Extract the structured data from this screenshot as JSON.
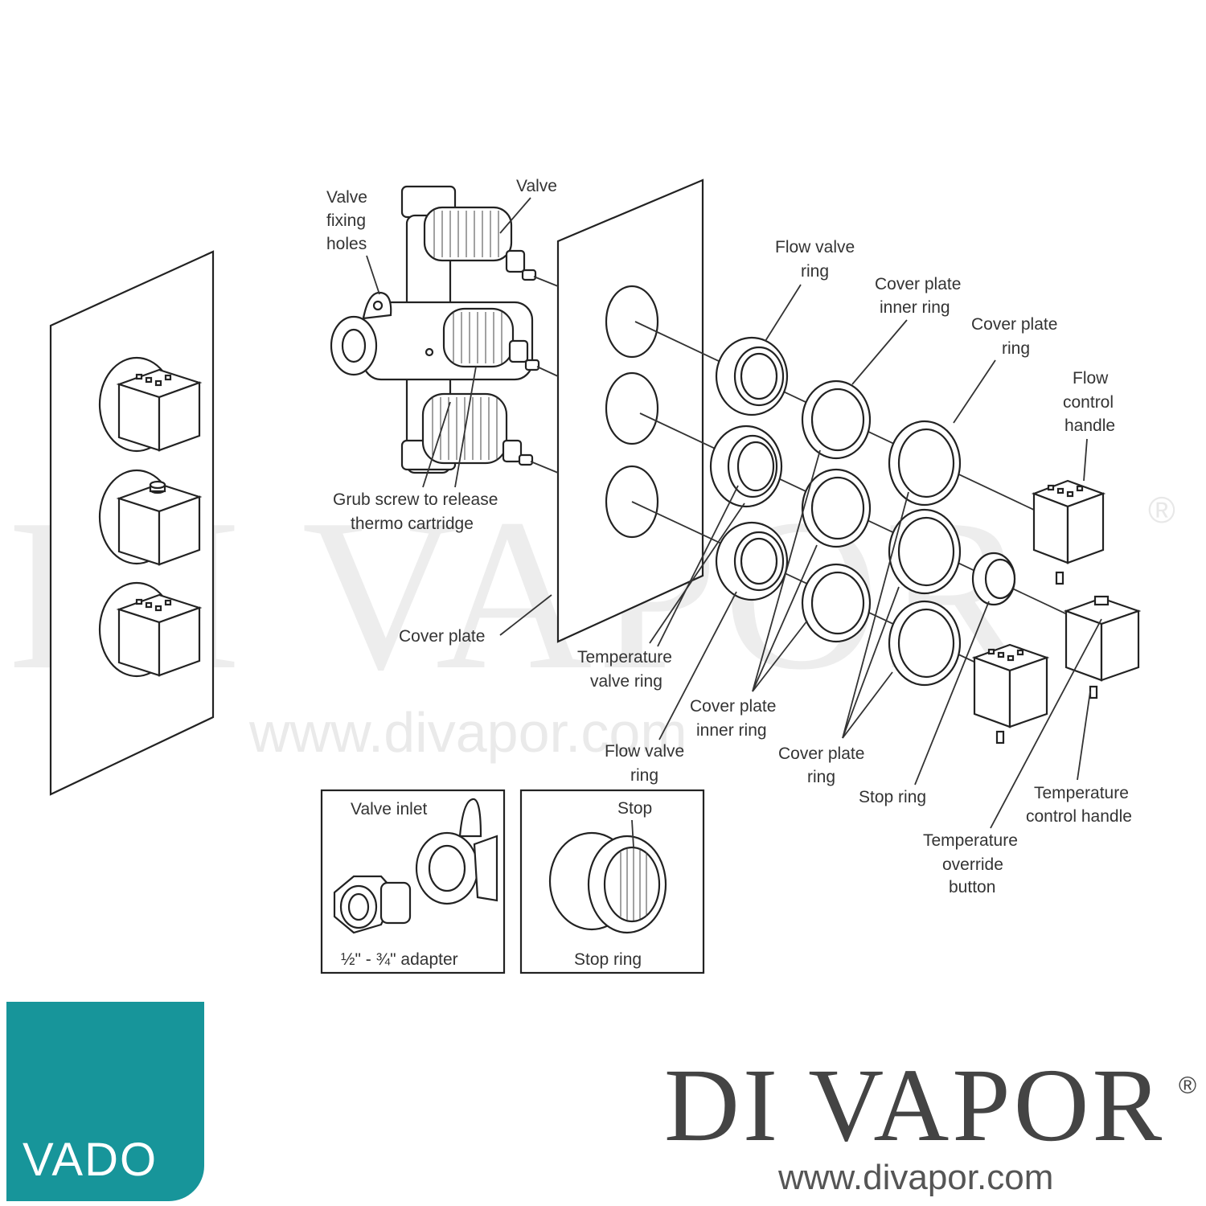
{
  "watermark": {
    "brand": "DI VAPOR",
    "registered": "®",
    "url": "www.divapor.com"
  },
  "labels": {
    "valve_fixing_holes": [
      "Valve",
      "fixing",
      "holes"
    ],
    "valve": [
      "Valve"
    ],
    "grub_screw": [
      "Grub screw to release",
      "thermo cartridge"
    ],
    "cover_plate": [
      "Cover plate"
    ],
    "flow_valve_ring_top": [
      "Flow valve",
      "ring"
    ],
    "cover_plate_inner_ring_top": [
      "Cover plate",
      "inner ring"
    ],
    "cover_plate_ring_top": [
      "Cover plate",
      "ring"
    ],
    "flow_control_handle": [
      "Flow",
      "control",
      "handle"
    ],
    "temperature_valve_ring": [
      "Temperature",
      "valve ring"
    ],
    "cover_plate_inner_ring_bottom": [
      "Cover plate",
      "inner ring"
    ],
    "flow_valve_ring_bottom": [
      "Flow valve",
      "ring"
    ],
    "cover_plate_ring_bottom": [
      "Cover plate",
      "ring"
    ],
    "stop_ring": [
      "Stop ring"
    ],
    "temperature_control_handle": [
      "Temperature",
      "control handle"
    ],
    "temperature_override_button": [
      "Temperature",
      "override",
      "button"
    ]
  },
  "insets": {
    "adapter": {
      "title": "Valve inlet",
      "caption": "½\" - ¾\" adapter"
    },
    "stop": {
      "title": "Stop",
      "caption": "Stop ring"
    }
  },
  "logo": {
    "vado": "VADO"
  },
  "brand": {
    "name": "DI VAPOR",
    "registered": "®",
    "url": "www.divapor.com"
  },
  "colors": {
    "vado_teal": "#17959a",
    "line": "#222222",
    "brand_text": "#444444"
  }
}
